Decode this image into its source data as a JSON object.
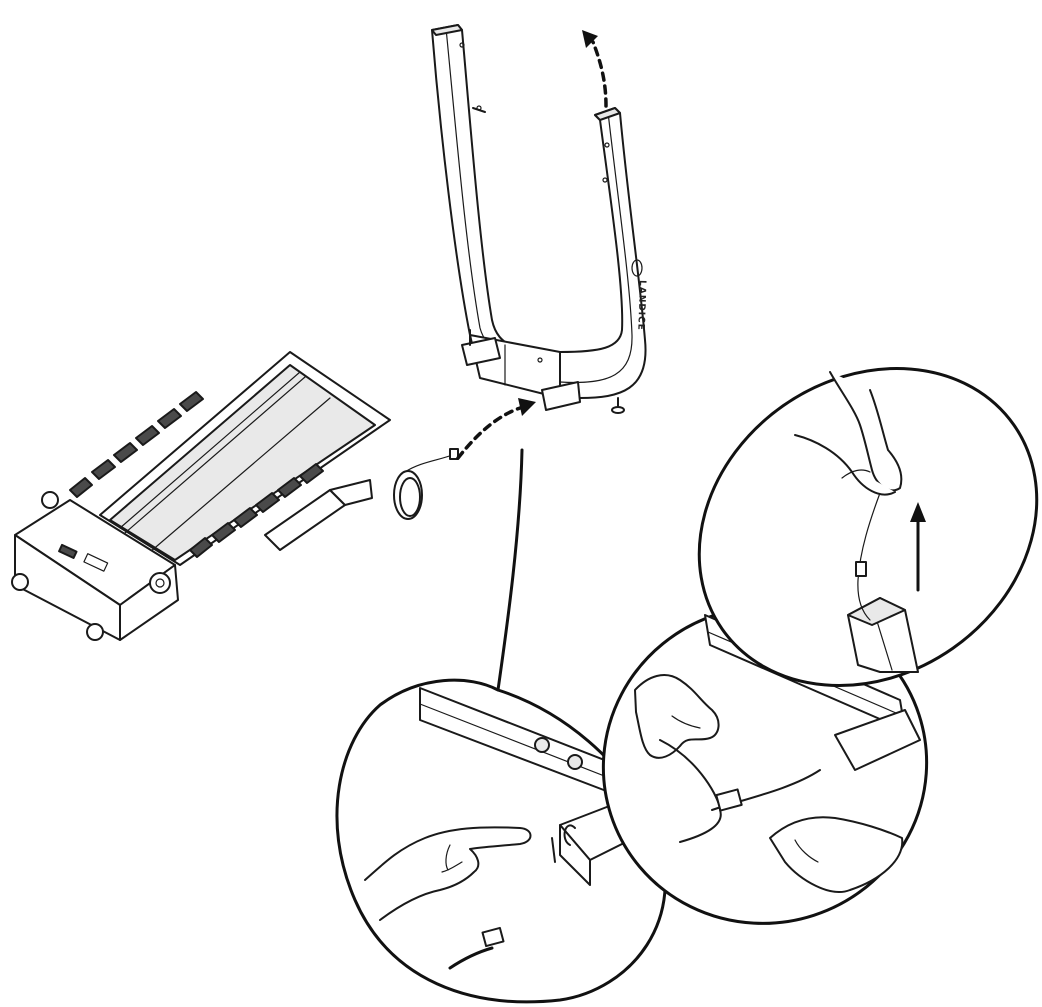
{
  "diagram": {
    "frame_logo_text": "LANDICE",
    "arrows": [
      {
        "id": "lift-frame",
        "direction": "up"
      },
      {
        "id": "cable-to-frame",
        "direction": "right"
      },
      {
        "id": "pull-cable-up",
        "direction": "up"
      }
    ],
    "detail_views": [
      {
        "id": "detail-1",
        "depicts": "point-to-cable-entry"
      },
      {
        "id": "detail-2",
        "depicts": "thread-cable-through-frame"
      },
      {
        "id": "detail-3",
        "depicts": "pull-cable-out-of-upright"
      }
    ],
    "colors": {
      "ink": "#1a1a1a",
      "shade": "#e9e9e9",
      "background": "#ffffff"
    }
  }
}
